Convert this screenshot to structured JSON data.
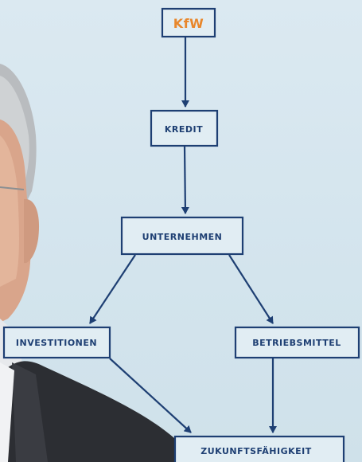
{
  "diagram": {
    "nodes": {
      "kfw": "KfW",
      "kredit": "KREDIT",
      "unternehmen": "UNTERNEHMEN",
      "investitionen": "INVESTITIONEN",
      "betriebsmittel": "BETRIEBSMITTEL",
      "zukunftsfaehigkeit": "ZUKUNFTSFÄHIGKEIT"
    },
    "colors": {
      "ink": "#1e3f73",
      "accent": "#e8872c",
      "background": "#d7e6ee"
    }
  },
  "photo": {
    "subject": "portrait-of-man-in-suit"
  }
}
